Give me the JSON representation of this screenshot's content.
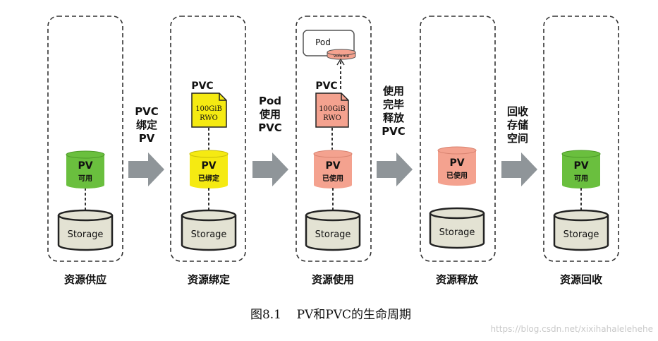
{
  "stages": [
    {
      "label": "资源供应"
    },
    {
      "label": "资源绑定"
    },
    {
      "label": "资源使用"
    },
    {
      "label": "资源释放"
    },
    {
      "label": "资源回收"
    }
  ],
  "transitions": [
    {
      "lines": [
        "PVC",
        "绑定",
        "PV"
      ]
    },
    {
      "lines": [
        "Pod",
        "使用",
        "PVC"
      ]
    },
    {
      "lines": [
        "使用",
        "完毕",
        "释放",
        "PVC"
      ]
    },
    {
      "lines": [
        "回收",
        "存储",
        "空间"
      ]
    }
  ],
  "pv": {
    "title": "PV",
    "status_available": "可用",
    "status_bound": "已绑定",
    "status_in_use": "已使用",
    "colors": {
      "available": "#6abf3e",
      "bound": "#f5ea12",
      "in_use": "#f4a28f"
    }
  },
  "pvc": {
    "title": "PVC",
    "capacity": "100GiB",
    "access_mode": "RWO",
    "colors": {
      "bound": "#f5ea12",
      "in_use": "#f4a28f"
    }
  },
  "storage": {
    "label": "Storage",
    "color": "#e3e2d3"
  },
  "pod": {
    "label": "Pod",
    "volume_label": "volume"
  },
  "caption": "图8.1    PV和PVC的生命周期",
  "watermark": "https://blog.csdn.net/xixihahalelehehe"
}
